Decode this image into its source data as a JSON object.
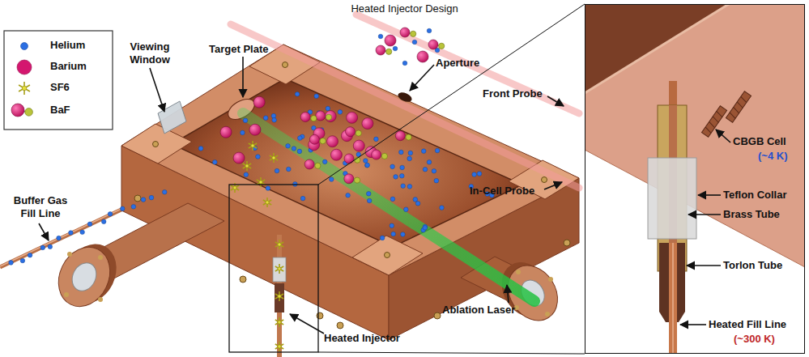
{
  "diagram": {
    "title": "Heated Injector Design",
    "labels": [
      "Viewing Window",
      "Target Plate",
      "Aperture",
      "Front Probe",
      "In-Cell Probe",
      "Buffer Gas Fill Line",
      "Ablation Laser",
      "Heated Injector",
      "CBGB Cell",
      "(~4 K)",
      "Teflon Collar",
      "Brass Tube",
      "Torlon Tube",
      "Heated Fill Line",
      "(~300 K)"
    ],
    "legend": [
      {
        "text": "Helium",
        "color": "#2b6fe3"
      },
      {
        "text": "Barium",
        "color": "#d4176f"
      },
      {
        "text": "SF6"
      },
      {
        "text": "BaF"
      }
    ]
  }
}
